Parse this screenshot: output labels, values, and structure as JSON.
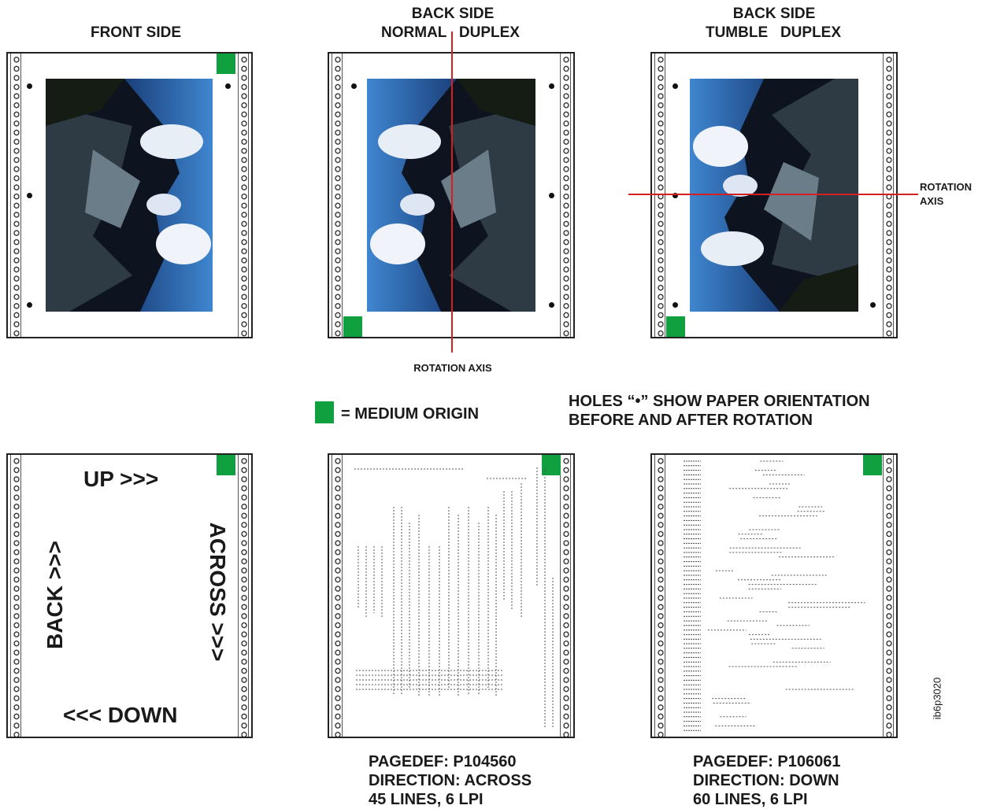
{
  "colors": {
    "medium_origin": "#10a040",
    "rotation_axis": "#d42020",
    "sky": "#2a6db8"
  },
  "panels": {
    "front": {
      "title": "FRONT SIDE"
    },
    "normal": {
      "title_line1": "BACK SIDE",
      "title_line2": "NORMAL   DUPLEX",
      "axis_label": "ROTATION AXIS"
    },
    "tumble": {
      "title_line1": "BACK SIDE",
      "title_line2": "TUMBLE   DUPLEX",
      "axis_label_line1": "ROTATION",
      "axis_label_line2": "AXIS"
    }
  },
  "legend": {
    "origin_label": "= MEDIUM ORIGIN",
    "holes_line1": "HOLES “•” SHOW PAPER ORIENTATION",
    "holes_line2": "BEFORE AND AFTER ROTATION"
  },
  "directions": {
    "up": "UP >>>",
    "down": "<<< DOWN",
    "back": "BACK >>>",
    "across": "ACROSS >>>"
  },
  "pagedef_across": {
    "line1": "PAGEDEF: P104560",
    "line2": "DIRECTION: ACROSS",
    "line3": "45 LINES, 6 LPI"
  },
  "pagedef_down": {
    "line1": "PAGEDEF: P106061",
    "line2": "DIRECTION: DOWN",
    "line3": "60 LINES, 6 LPI"
  },
  "figure_id": "ib6p3020",
  "icons": {
    "photo": "mountain-valley-photo",
    "hole": "paper-hole-dot",
    "origin": "medium-origin-square"
  }
}
